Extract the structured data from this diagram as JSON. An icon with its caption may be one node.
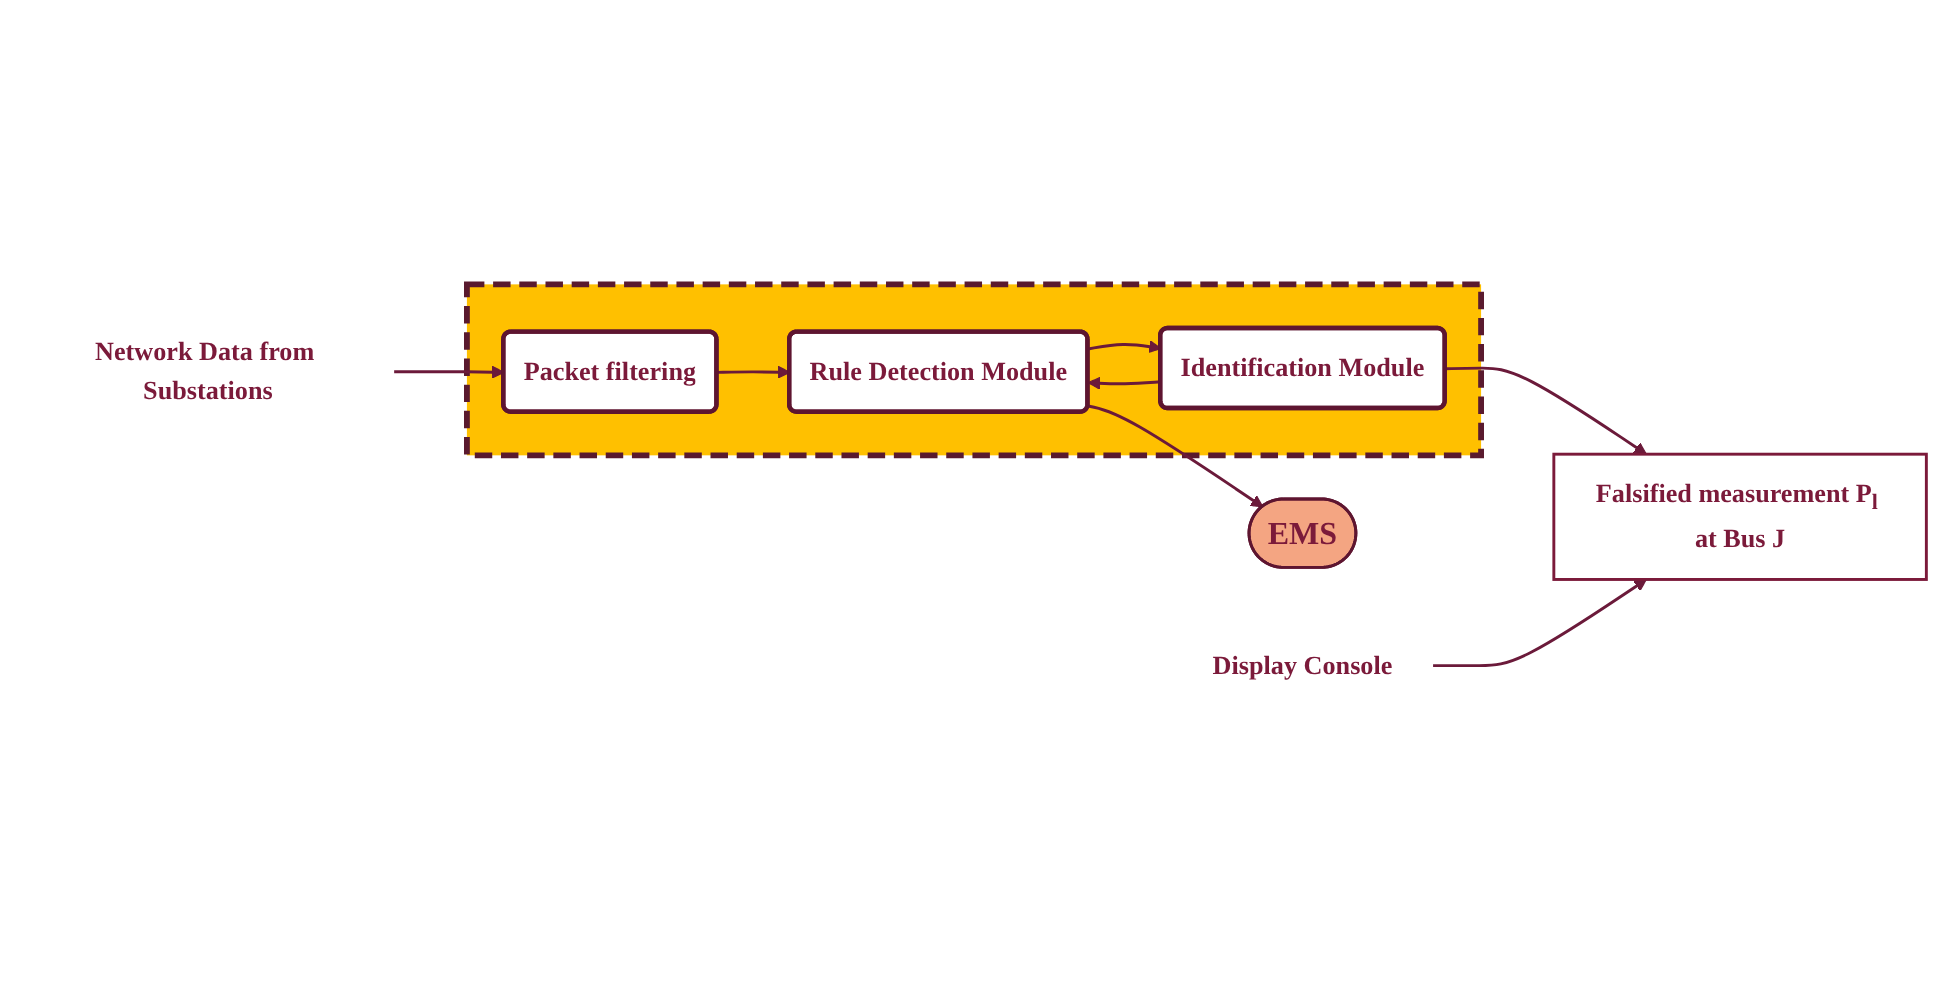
{
  "diagram": {
    "nodes": [
      {
        "text": [],
        "shape": "box"
      },
      {
        "text": [
          "Network Data from Substations"
        ]
      },
      {
        "text": [
          "Packet filtering"
        ],
        "in": 0
      },
      {
        "text": [
          "Rule Detection Module"
        ],
        "in": 0
      },
      {
        "text": [
          "Identification Module"
        ],
        "in": 0
      },
      {
        "text": [
          "EMS"
        ]
      },
      {
        "text": [
          "Display Console"
        ]
      },
      {
        "text": [
          "Falsified measurement P$_{l}$ at Bus J"
        ]
      }
    ],
    "edges": [
      {
        "from": 1,
        "to": 2,
        "arrow": "to"
      },
      {
        "from": 2,
        "to": 3,
        "arrow": "to"
      },
      {
        "from": 3,
        "to": 5,
        "arrow": "to"
      },
      {
        "from": 3,
        "to": 4,
        "arrow": "to"
      },
      {
        "from": 4,
        "to": 3,
        "arrow": "to"
      },
      {
        "from": 4,
        "to": 7,
        "arrow": "to"
      },
      {
        "from": 6,
        "to": 7,
        "arrow": "to"
      }
    ]
  }
}
